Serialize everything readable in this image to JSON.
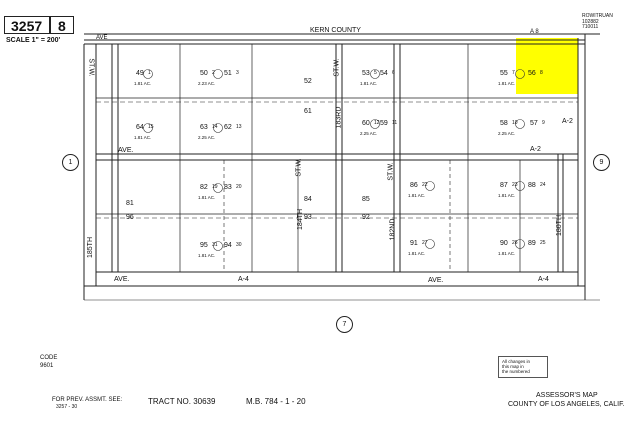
{
  "header": {
    "book_number": "3257",
    "page_number": "8",
    "scale": "SCALE 1\" = 200'",
    "county_line_label": "KERN COUNTY",
    "corner_code": "ROWITRUAN\n102882\n710011"
  },
  "streets": {
    "top": "A 8",
    "top_ave": "AVE",
    "middle": "AVE.",
    "middle_code": "A-2",
    "bottom_left": "AVE.",
    "bottom_center": "A-4",
    "bottom_right": "AVE.",
    "bottom_right_code": "A-4",
    "right_code": "A-2",
    "v_185th": "185TH",
    "v_184th": "184TH",
    "v_183rd": "183RD",
    "v_182nd": "182ND",
    "v_180th": "180TH",
    "v_st_w_1": "ST.W.",
    "v_st_w_2": "ST.W.",
    "v_st_w_3": "ST.W.",
    "v_st_w_4": "ST.W."
  },
  "adjoining_pages": {
    "left": "1",
    "right": "9",
    "bottom": "7"
  },
  "parcels": [
    {
      "num": "49",
      "circle": "1",
      "area": "1.81 AC."
    },
    {
      "num": "50",
      "circle": "2",
      "area": "2.23 AC."
    },
    {
      "num": "51",
      "circle": "3",
      "area": ""
    },
    {
      "num": "52",
      "circle": "",
      "area": ""
    },
    {
      "num": "53",
      "circle": "5",
      "area": "1.81 AC."
    },
    {
      "num": "54",
      "circle": "6",
      "area": ""
    },
    {
      "num": "55",
      "circle": "7",
      "area": "1.81 AC."
    },
    {
      "num": "56",
      "circle": "8",
      "area": ""
    },
    {
      "num": "57",
      "circle": "9",
      "area": ""
    },
    {
      "num": "58",
      "circle": "10",
      "area": "2.25 AC."
    },
    {
      "num": "59",
      "circle": "11",
      "area": ""
    },
    {
      "num": "60",
      "circle": "12",
      "area": "2.25 AC."
    },
    {
      "num": "61",
      "circle": "",
      "area": ""
    },
    {
      "num": "62",
      "circle": "13",
      "area": ""
    },
    {
      "num": "63",
      "circle": "14",
      "area": "2.25 AC."
    },
    {
      "num": "64",
      "circle": "15",
      "area": "1.81 AC."
    },
    {
      "num": "81",
      "circle": "",
      "area": ""
    },
    {
      "num": "82",
      "circle": "19",
      "area": "1.81 AC."
    },
    {
      "num": "83",
      "circle": "20",
      "area": ""
    },
    {
      "num": "84",
      "circle": "",
      "area": ""
    },
    {
      "num": "85",
      "circle": "",
      "area": ""
    },
    {
      "num": "86",
      "circle": "22",
      "area": "1.81 AC."
    },
    {
      "num": "87",
      "circle": "23",
      "area": "1.81 AC."
    },
    {
      "num": "88",
      "circle": "24",
      "area": ""
    },
    {
      "num": "89",
      "circle": "25",
      "area": ""
    },
    {
      "num": "90",
      "circle": "26",
      "area": "1.81 AC."
    },
    {
      "num": "91",
      "circle": "27",
      "area": "1.81 AC."
    },
    {
      "num": "92",
      "circle": "",
      "area": ""
    },
    {
      "num": "93",
      "circle": "",
      "area": ""
    },
    {
      "num": "94",
      "circle": "30",
      "area": ""
    },
    {
      "num": "95",
      "circle": "31",
      "area": "1.81 AC."
    },
    {
      "num": "96",
      "circle": "",
      "area": ""
    }
  ],
  "footer": {
    "code_label": "CODE",
    "code_value": "9601",
    "prev_assmt": "FOR PREV. ASSMT. SEE:",
    "prev_assmt_ref": "3257 - 30",
    "tract": "TRACT  NO. 30639",
    "map_book": "M.B. 784 - 1 - 20",
    "assessor_title": "ASSESSOR'S MAP",
    "assessor_county": "COUNTY OF LOS ANGELES, CALIF.",
    "stamp_note": "All changes in\nthis map in\nthe numbered"
  },
  "highlight_color": "#ffff00"
}
